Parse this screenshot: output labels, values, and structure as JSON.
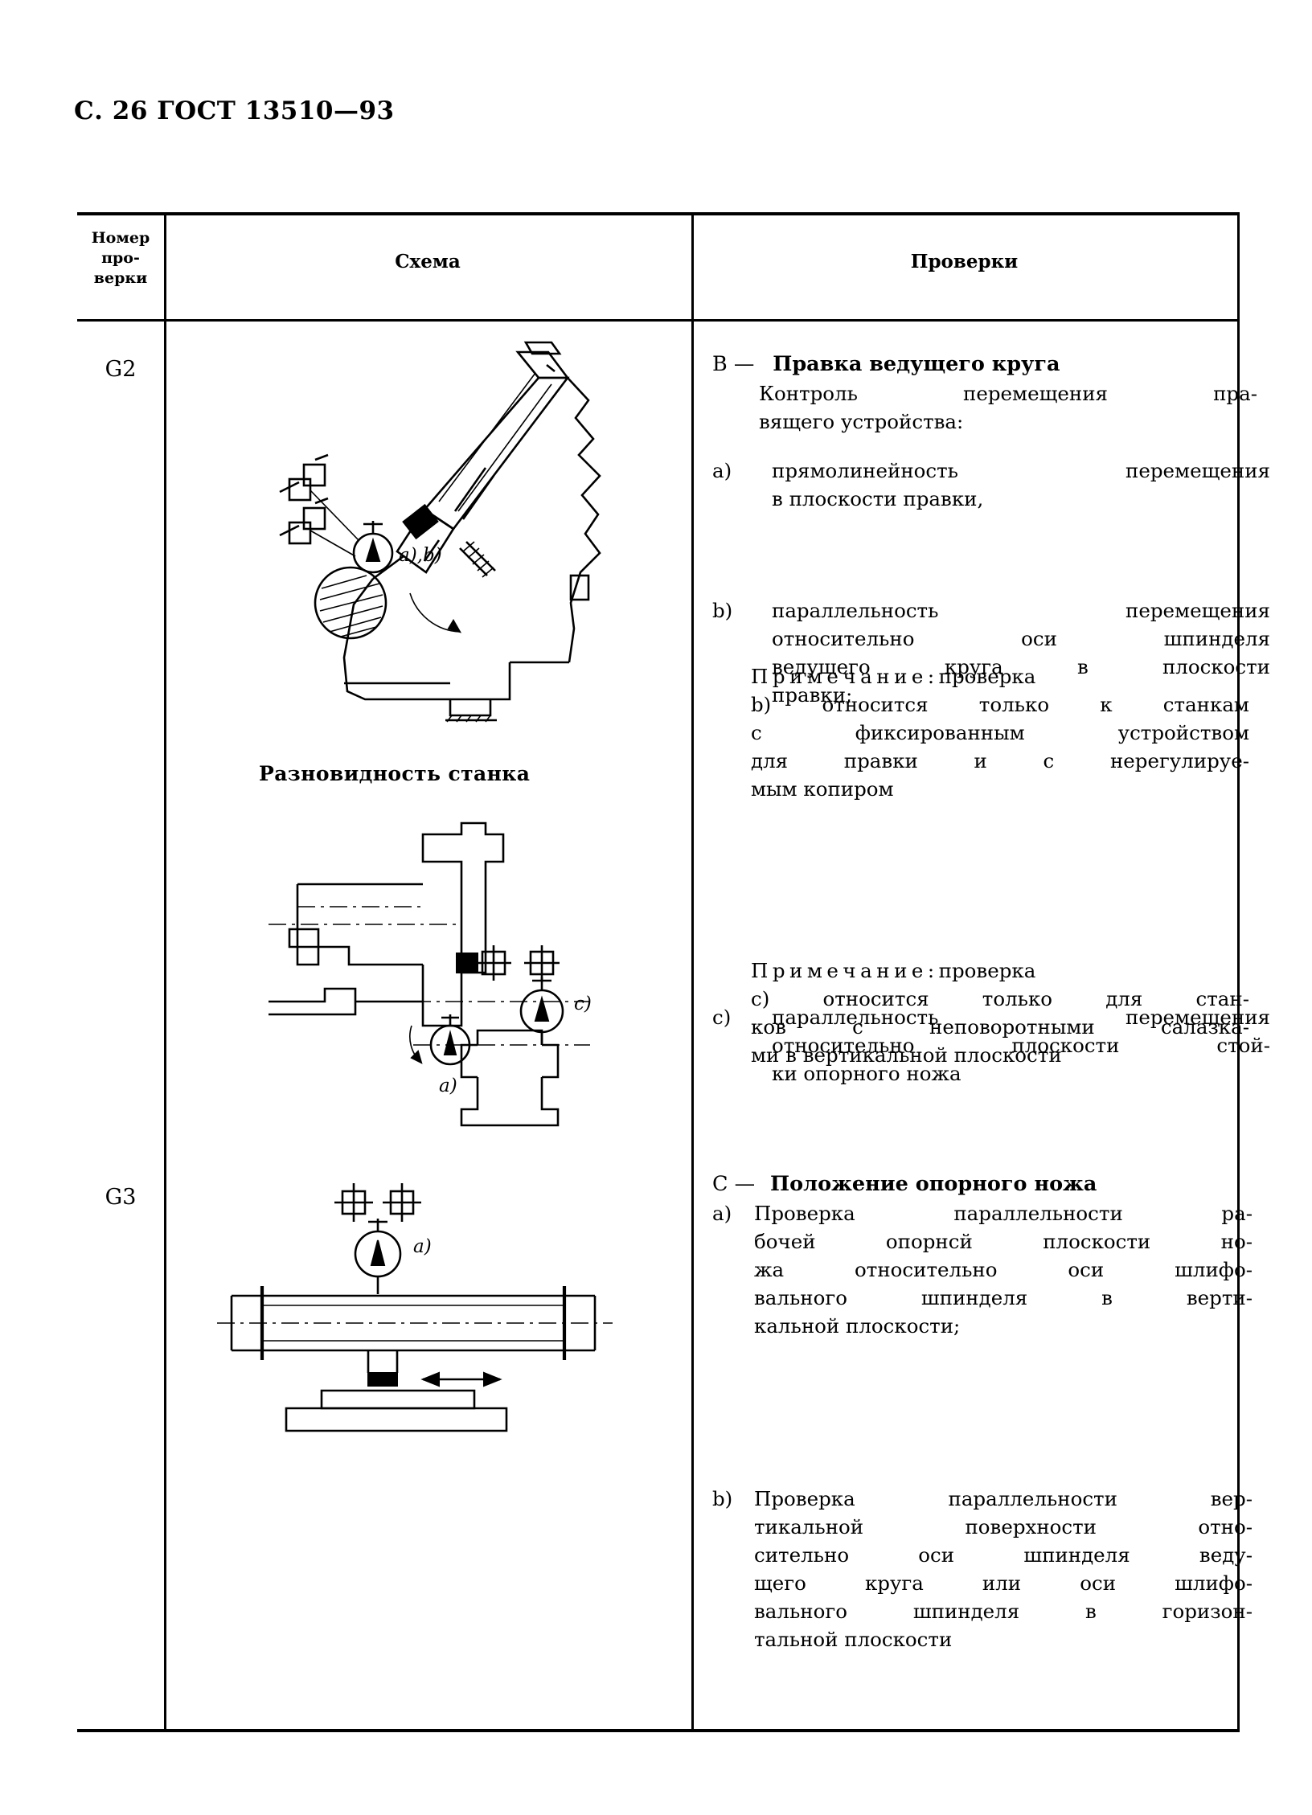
{
  "page": {
    "running_head": "С. 26 ГОСТ 13510—93"
  },
  "table": {
    "headers": {
      "number_line1": "Номер",
      "number_line2": "про-",
      "number_line3": "верки",
      "scheme": "Схема",
      "checks": "Проверки"
    },
    "rows": [
      {
        "number": "G2",
        "scheme": {
          "variant_caption": "Разновидность станка",
          "callout_top": "a),b)",
          "callout_mid_c": "c)",
          "callout_mid_a": "a)"
        },
        "checks": {
          "mark": "В —",
          "title": "Правка ведущего круга",
          "lead_l1": "Контроль перемещения пра-",
          "lead_l2": "вящего устройства:",
          "items": [
            {
              "label": "a)",
              "l1": "прямолинейность перемещения",
              "l2": "в плоскости правки,"
            },
            {
              "label": "b)",
              "l1": "параллельность перемещения",
              "l2": "относительно оси шпинделя",
              "l3": "ведущего круга в плоскости",
              "l4": "правки;"
            }
          ],
          "note1": {
            "word": "Примечание:",
            "l1_tail": "проверка",
            "l2": "b) относится только к станкам",
            "l3": "с фиксированным устройством",
            "l4": "для правки и с нерегулируе-",
            "l5": "мым копиром"
          },
          "item_c": {
            "label": "c)",
            "l1": "параллельность перемещения",
            "l2": "относительно плоскости стой-",
            "l3": "ки опорного ножа"
          },
          "note2": {
            "word": "Примечание:",
            "l1_tail": "проверка",
            "l2": "c) относится только для стан-",
            "l3": "ков с неповоротными салазка-",
            "l4": "ми в вертикальной плоскости"
          }
        }
      },
      {
        "number": "G3",
        "scheme": {
          "callout_a": "a)"
        },
        "checks": {
          "mark": "С —",
          "title": "Положение опорного ножа",
          "items": [
            {
              "label": "a)",
              "l1": "Проверка параллельности ра-",
              "l2": "бочей опорнсй плоскости но-",
              "l3": "жа относительно оси шлифо-",
              "l4": "вального шпинделя в верти-",
              "l5": "кальной плоскости;"
            },
            {
              "label": "b)",
              "l1": "Проверка параллельности вер-",
              "l2": "тикальной поверхности отно-",
              "l3": "сительно оси шпинделя веду-",
              "l4": "щего круга или оси шлифо-",
              "l5": "вального шпинделя в горизон-",
              "l6": "тальной плоскости"
            }
          ]
        }
      }
    ]
  }
}
